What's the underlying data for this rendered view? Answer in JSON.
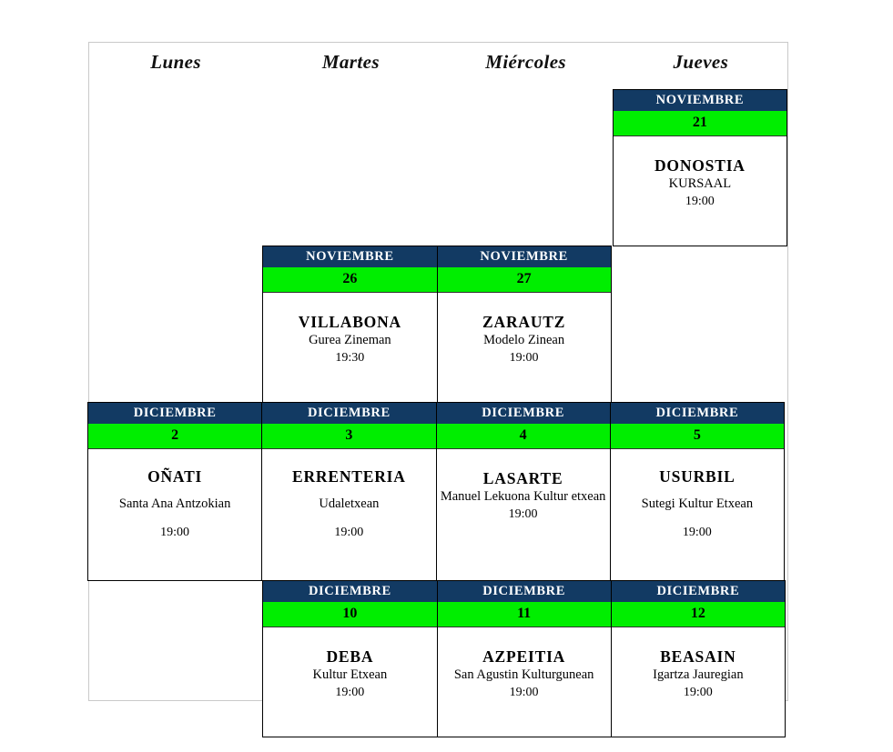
{
  "weekdays": [
    {
      "label": "Lunes"
    },
    {
      "label": "Martes"
    },
    {
      "label": "Miércoles"
    },
    {
      "label": "Jueves"
    }
  ],
  "colors": {
    "month_header_bg": "#123A63",
    "month_header_text": "#FFFFFF",
    "day_bg": "#00EE00",
    "day_text": "#000000",
    "cell_bg": "#FFFFFF",
    "cell_border": "#000000",
    "outer_frame": "#C9C9C9"
  },
  "rows": [
    {
      "cells": [
        {
          "empty": true
        },
        {
          "empty": true
        },
        {
          "empty": true
        },
        {
          "empty": false,
          "month": "NOVIEMBRE",
          "day": "21",
          "city": "DONOSTIA",
          "venue": "KURSAAL",
          "time": "19:00"
        }
      ]
    },
    {
      "cells": [
        {
          "empty": true
        },
        {
          "empty": false,
          "month": "NOVIEMBRE",
          "day": "26",
          "city": "VILLABONA",
          "venue": "Gurea Zineman",
          "time": "19:30"
        },
        {
          "empty": false,
          "month": "NOVIEMBRE",
          "day": "27",
          "city": "ZARAUTZ",
          "venue": "Modelo Zinean",
          "time": "19:00"
        },
        {
          "empty": true
        }
      ]
    },
    {
      "cells": [
        {
          "empty": false,
          "month": "DICIEMBRE",
          "day": "2",
          "city": "OÑATI",
          "venue": "Santa Ana Antzokian",
          "time": "19:00"
        },
        {
          "empty": false,
          "month": "DICIEMBRE",
          "day": "3",
          "city": "ERRENTERIA",
          "venue": "Udaletxean",
          "time": "19:00"
        },
        {
          "empty": false,
          "month": "DICIEMBRE",
          "day": "4",
          "city": "LASARTE",
          "venue": "Manuel Lekuona Kultur etxean",
          "time": "19:00"
        },
        {
          "empty": false,
          "month": "DICIEMBRE",
          "day": "5",
          "city": "USURBIL",
          "venue": "Sutegi Kultur Etxean",
          "time": "19:00"
        }
      ]
    },
    {
      "cells": [
        {
          "empty": true
        },
        {
          "empty": false,
          "month": "DICIEMBRE",
          "day": "10",
          "city": "DEBA",
          "venue": "Kultur Etxean",
          "time": "19:00"
        },
        {
          "empty": false,
          "month": "DICIEMBRE",
          "day": "11",
          "city": "AZPEITIA",
          "venue": "San Agustin Kulturgunean",
          "time": "19:00"
        },
        {
          "empty": false,
          "month": "DICIEMBRE",
          "day": "12",
          "city": "BEASAIN",
          "venue": "Igartza Jauregian",
          "time": "19:00"
        }
      ]
    }
  ]
}
